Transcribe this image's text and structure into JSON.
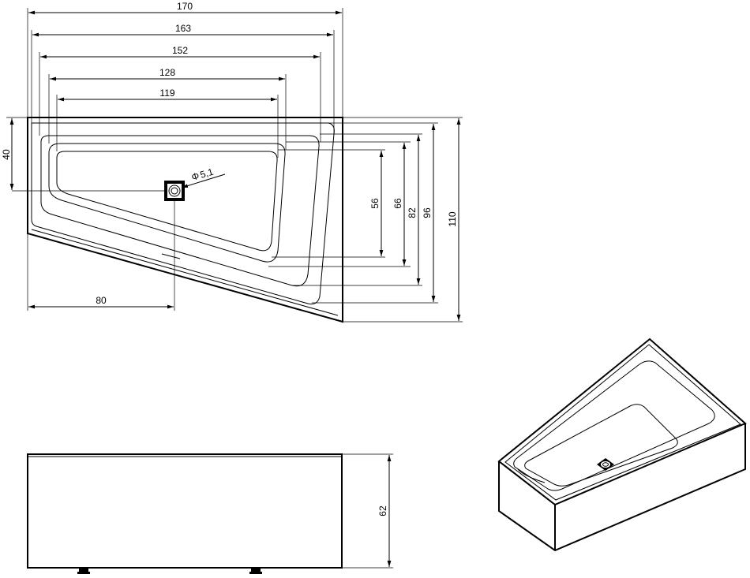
{
  "dimensions": {
    "top_width_170": "170",
    "top_width_163": "163",
    "top_width_152": "152",
    "top_width_128": "128",
    "top_width_119": "119",
    "left_height_40": "40",
    "bottom_width_80": "80",
    "drain_diameter": "5,1",
    "diameter_symbol": "Φ",
    "right_height_56": "56",
    "right_height_66": "66",
    "right_height_82": "82",
    "right_height_96": "96",
    "right_height_110": "110",
    "side_height_62": "62"
  }
}
